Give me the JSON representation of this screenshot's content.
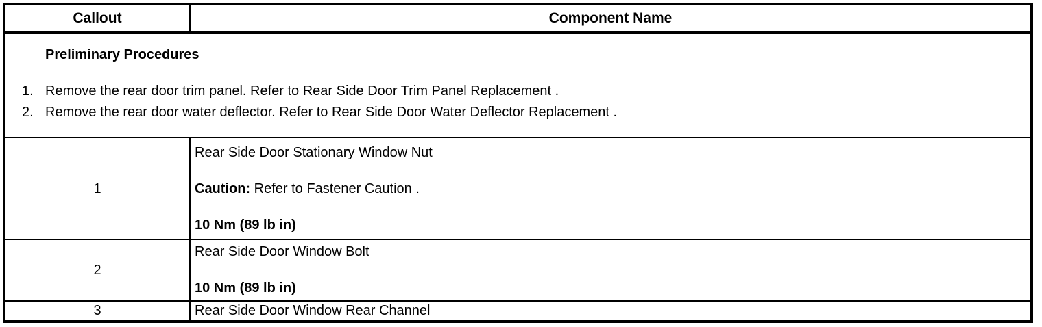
{
  "table": {
    "headers": {
      "callout": "Callout",
      "component": "Component Name"
    },
    "preliminary": {
      "title": "Preliminary Procedures",
      "steps": [
        {
          "num": "1.",
          "text": "Remove the rear door trim panel. Refer to Rear Side Door Trim Panel Replacement ."
        },
        {
          "num": "2.",
          "text": "Remove the rear door water deflector. Refer to Rear Side Door Water Deflector Replacement ."
        }
      ]
    },
    "rows": [
      {
        "callout": "1",
        "name": "Rear Side Door Stationary Window Nut",
        "caution_label": "Caution:",
        "caution_text": " Refer to Fastener Caution .",
        "torque": "10 Nm (89 lb in)"
      },
      {
        "callout": "2",
        "name": "Rear Side Door Window Bolt",
        "torque": "10 Nm (89 lb in)"
      },
      {
        "callout": "3",
        "name": "Rear Side Door Window Rear Channel"
      }
    ]
  },
  "colors": {
    "border": "#000000",
    "text": "#000000",
    "background": "#ffffff"
  }
}
